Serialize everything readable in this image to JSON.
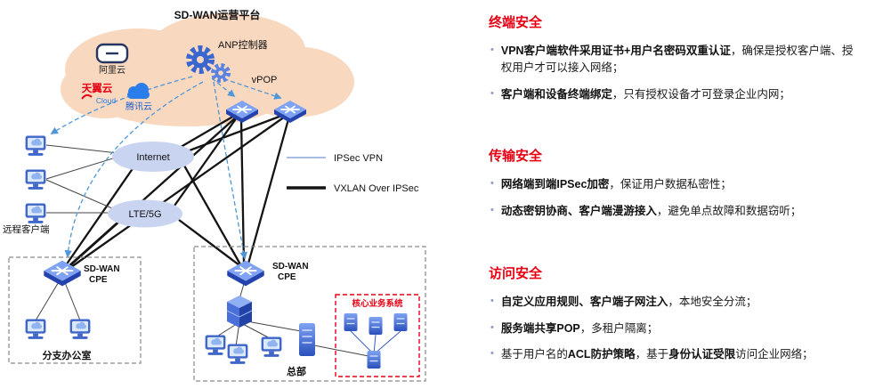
{
  "ui": {
    "bullet_char": "•"
  },
  "colors": {
    "heading_red": "#e60012",
    "cloud_peach": "#f9d8c0",
    "node_blue": "#2b50bc",
    "ellipse_blue": "#c9d4f0",
    "dashed_blue": "#4f97d6",
    "vxlan_black": "#141414"
  },
  "diagram": {
    "platform_title": "SD-WAN运营平台",
    "controller_label": "ANP控制器",
    "alibaba_label": "阿里云",
    "ctyun_label": "天翼云",
    "ctyun_sub": "Cloud",
    "tencent_label": "腾讯云",
    "vpop_label": "vPOP",
    "internet_label": "Internet",
    "lte_label": "LTE/5G",
    "remote_clients_label": "远程客户端",
    "branch_cpe_line1": "SD-WAN",
    "branch_cpe_line2": "CPE",
    "hq_cpe_line1": "SD-WAN",
    "hq_cpe_line2": "CPE",
    "branch_label": "分支办公室",
    "hq_label": "总部",
    "core_system_label": "核心业务系统",
    "legend_ipsec": "IPSec VPN",
    "legend_vxlan": "VXLAN Over IPSec"
  },
  "sections": [
    {
      "title": "终端安全",
      "bullets": [
        {
          "pre": "",
          "bold": "VPN客户端软件采用证书+用户名密码双重认证",
          "mid": "",
          "bold2": "",
          "rest": "，确保是授权客户端、授权用户才可以接入网络；"
        },
        {
          "pre": "",
          "bold": "客户端和设备终端绑定",
          "mid": "",
          "bold2": "",
          "rest": "，只有授权设备才可登录企业内网；"
        }
      ]
    },
    {
      "title": "传输安全",
      "bullets": [
        {
          "pre": "",
          "bold": "网络端到端IPSec加密",
          "mid": "",
          "bold2": "",
          "rest": "，保证用户数据私密性；"
        },
        {
          "pre": "",
          "bold": "动态密钥协商、客户端漫游接入",
          "mid": "",
          "bold2": "",
          "rest": "，避免单点故障和数据窃听；"
        }
      ]
    },
    {
      "title": "访问安全",
      "bullets": [
        {
          "pre": "",
          "bold": "自定义应用规则、客户端子网注入",
          "mid": "",
          "bold2": "",
          "rest": "，本地安全分流；"
        },
        {
          "pre": "",
          "bold": "服务端共享POP",
          "mid": "",
          "bold2": "",
          "rest": "，多租户隔离；"
        },
        {
          "pre": "基于用户名的",
          "bold": "ACL防护策略",
          "mid": "，基于",
          "bold2": "身份认证受限",
          "rest": "访问企业网络；"
        }
      ]
    }
  ]
}
